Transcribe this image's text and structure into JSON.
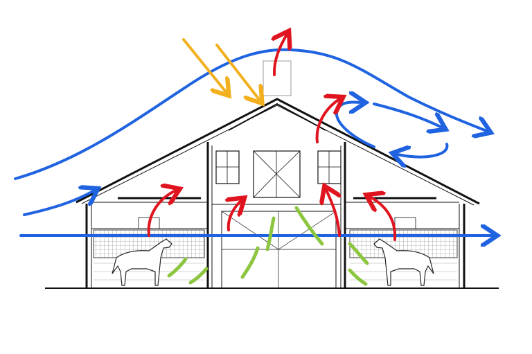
{
  "diagram": {
    "colors": {
      "wind": "#1f63e0",
      "sun": "#f2b01e",
      "warm_air": "#e0141e",
      "fresh_air": "#8cc63f",
      "structure": "#111111"
    },
    "elements": [
      "barn-cross-section",
      "horse-left",
      "horse-right",
      "cupola"
    ]
  }
}
